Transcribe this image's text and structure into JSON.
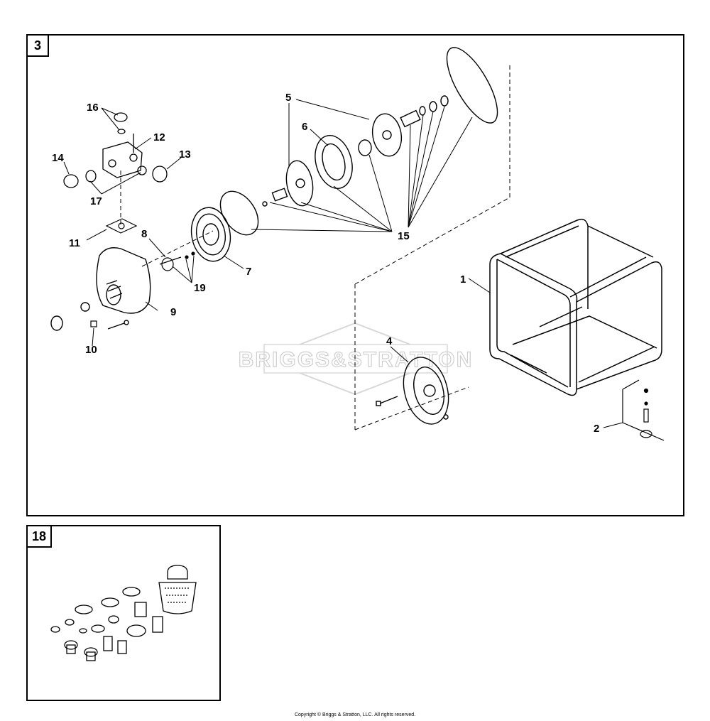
{
  "panels": {
    "main": {
      "badge": "3"
    },
    "accessory": {
      "badge": "18"
    }
  },
  "callouts": [
    "1",
    "2",
    "4",
    "5",
    "6",
    "7",
    "8",
    "9",
    "10",
    "11",
    "12",
    "13",
    "14",
    "15",
    "16",
    "17",
    "19"
  ],
  "watermark": "BRIGGS&STRATTON",
  "footer": "Copyright © Briggs & Stratton, LLC. All rights reserved."
}
